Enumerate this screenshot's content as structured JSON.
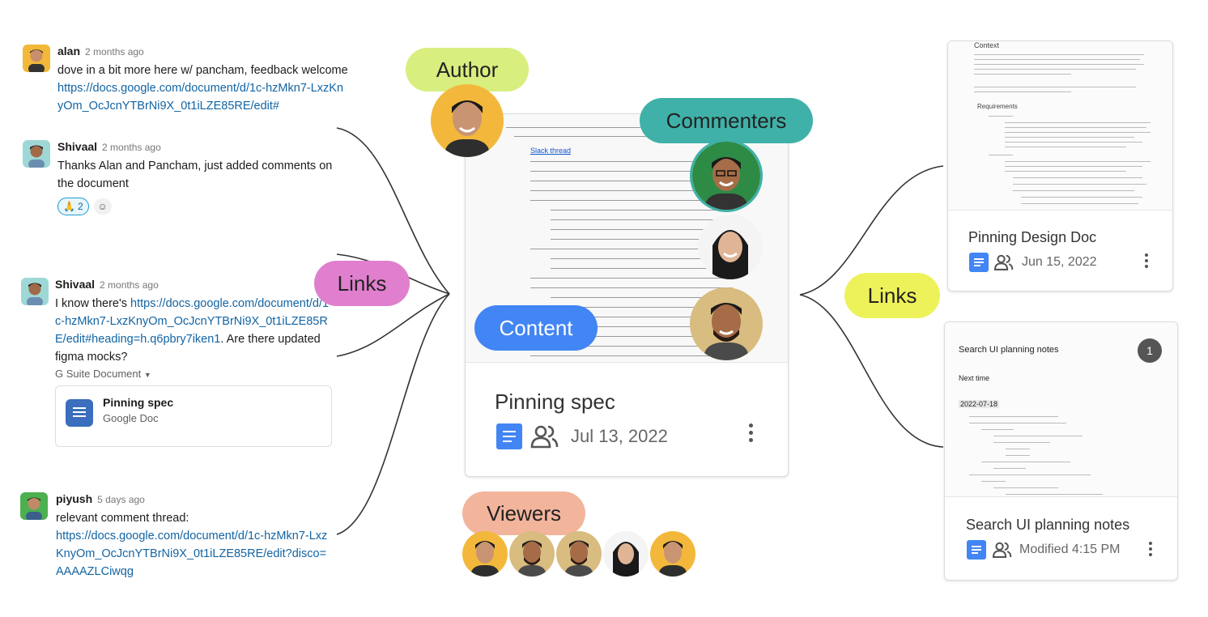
{
  "messages": [
    {
      "author": "alan",
      "time": "2 months ago",
      "text": "dove in a bit more here w/ pancham, feedback welcome ",
      "link": "https://docs.google.com/document/d/1c-hzMkn7-LxzKnyOm_OcJcnYTBrNi9X_0t1iLZE85RE/edit#"
    },
    {
      "author": "Shivaal",
      "time": "2 months ago",
      "text": "Thanks Alan and Pancham, just added comments on the document",
      "reaction_count": "2"
    },
    {
      "author": "Shivaal",
      "time": "2 months ago",
      "text": "I know there's ",
      "link": "https://docs.google.com/document/d/1c-hzMkn7-LxzKnyOm_OcJcnYTBrNi9X_0t1iLZE85RE/edit#heading=h.q6pbry7iken1",
      "text_after": ". Are there updated figma mocks?"
    },
    {
      "author": "piyush",
      "time": "5 days ago",
      "text": "relevant comment thread:",
      "link": "https://docs.google.com/document/d/1c-hzMkn7-LxzKnyOm_OcJcnYTBrNi9X_0t1iLZE85RE/edit?disco=AAAAZLCiwqg"
    }
  ],
  "attachment": {
    "label": "G Suite Document",
    "title": "Pinning spec",
    "subtitle": "Google Doc"
  },
  "labels": {
    "author": "Author",
    "commenters": "Commenters",
    "content": "Content",
    "links_left": "Links",
    "links_right": "Links",
    "viewers": "Viewers"
  },
  "center_card": {
    "title": "Pinning spec",
    "date": "Jul 13, 2022",
    "preview_snippet": "Slack thread"
  },
  "right_cards": [
    {
      "title": "Pinning Design Doc",
      "date": "Jun 15, 2022",
      "preview_heading": "Context",
      "preview_subheading": "Requirements"
    },
    {
      "title": "Search UI planning notes",
      "date": "Modified 4:15 PM",
      "preview_heading": "Search UI planning notes",
      "preview_next": "Next time",
      "preview_date": "2022-07-18",
      "badge": "1"
    }
  ],
  "colors": {
    "author_pill": "#d8ee7e",
    "commenters_pill": "#3fb1a8",
    "content_pill": "#4285f4",
    "links_left_pill": "#e07fcd",
    "links_right_pill": "#eef25a",
    "viewers_pill": "#f2b59c",
    "gdoc_blue": "#4285f4",
    "slack_link": "#1264a3"
  }
}
